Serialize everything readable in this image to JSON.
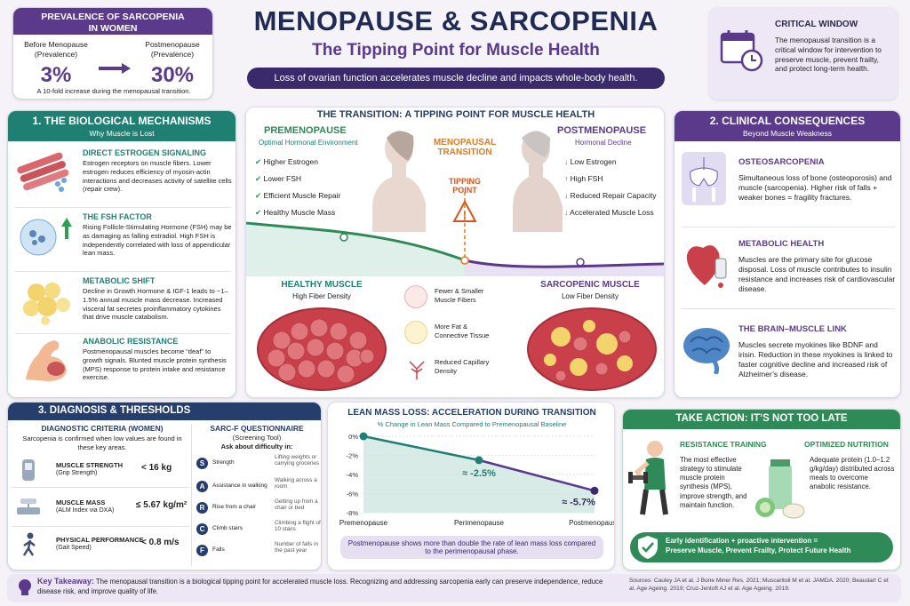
{
  "title": "MENOPAUSE & SARCOPENIA",
  "subtitle": "The Tipping Point for Muscle Health",
  "banner": "Loss of ovarian function accelerates muscle decline and impacts whole-body health.",
  "prevalence": {
    "title": "PREVALENCE OF SARCOPENIA IN WOMEN",
    "before_label": "Before Menopause\n(Prevalence)",
    "before_value": "3%",
    "after_label": "Postmenopause\n(Prevalence)",
    "after_value": "30%",
    "note": "A 10-fold increase during the menopausal transition."
  },
  "critical": {
    "title": "CRITICAL WINDOW",
    "text": "The menopausal transition is a critical window for intervention to preserve muscle, prevent frailty, and protect long-term health."
  },
  "mechanisms": {
    "title": "1. THE BIOLOGICAL MECHANISMS",
    "subtitle": "Why Muscle is Lost",
    "items": [
      {
        "title": "DIRECT ESTROGEN SIGNALING",
        "text": "Estrogen receptors on muscle fibers. Lower estrogen reduces efficiency of myosin-actin interactions and decreases activity of satellite cells (repair crew)."
      },
      {
        "title": "THE FSH FACTOR",
        "text": "Rising Follicle-Stimulating Hormone (FSH) may be as damaging as falling estradiol. High FSH is independently correlated with loss of appendicular lean mass."
      },
      {
        "title": "METABOLIC SHIFT",
        "text": "Decline in Growth Hormone & IGF-1 leads to ~1–1.5% annual muscle mass decrease. Increased visceral fat secretes proinflammatory cytokines that drive muscle catabolism."
      },
      {
        "title": "ANABOLIC RESISTANCE",
        "text": "Postmenopausal muscles become “deaf” to growth signals. Blunted muscle protein synthesis (MPS) response to protein intake and resistance exercise."
      }
    ]
  },
  "transition": {
    "title": "THE TRANSITION: A TIPPING POINT FOR MUSCLE HEALTH",
    "pre_title": "PREMENOPAUSE",
    "pre_sub": "Optimal Hormonal Environment",
    "pre_items": [
      "Higher Estrogen",
      "Lower FSH",
      "Efficient Muscle Repair",
      "Healthy Muscle Mass"
    ],
    "mid_title": "MENOPAUSAL\nTRANSITION",
    "tip": "TIPPING\nPOINT",
    "post_title": "POSTMENOPAUSE",
    "post_sub": "Hormonal Decline",
    "post_items": [
      "Low Estrogen",
      "High FSH",
      "Reduced Repair Capacity",
      "Accelerated Muscle Loss"
    ],
    "healthy_title": "HEALTHY MUSCLE",
    "healthy_sub": "High Fiber Density",
    "sarc_title": "SARCOPENIC MUSCLE",
    "sarc_sub": "Low Fiber Density",
    "changes": [
      "Fewer & Smaller\nMuscle Fibers",
      "More Fat &\nConnective Tissue",
      "Reduced Capillary\nDensity"
    ]
  },
  "clinical": {
    "title": "2. CLINICAL CONSEQUENCES",
    "subtitle": "Beyond Muscle Weakness",
    "items": [
      {
        "title": "OSTEOSARCOPENIA",
        "text": "Simultaneous loss of bone (osteoporosis) and muscle (sarcopenia). Higher risk of falls + weaker bones = fragility fractures."
      },
      {
        "title": "METABOLIC HEALTH",
        "text": "Muscles are the primary site for glucose disposal. Loss of muscle contributes to insulin resistance and increases risk of cardiovascular disease."
      },
      {
        "title": "THE BRAIN–MUSCLE LINK",
        "text": "Muscles secrete myokines like BDNF and irisin. Reduction in these myokines is linked to faster cognitive decline and increased risk of Alzheimer’s disease."
      }
    ]
  },
  "diagnosis": {
    "title": "3. DIAGNOSIS & THRESHOLDS",
    "crit_title": "DIAGNOSTIC CRITERIA (WOMEN)",
    "crit_sub": "Sarcopenia is confirmed when low values are found in these key areas.",
    "rows": [
      {
        "label": "MUSCLE STRENGTH",
        "sub": "(Grip Strength)",
        "value": "< 16 kg"
      },
      {
        "label": "MUSCLE MASS",
        "sub": "(ALM Index via DXA)",
        "value": "≤ 5.67 kg/m²"
      },
      {
        "label": "PHYSICAL PERFORMANCE",
        "sub": "(Gait Speed)",
        "value": "< 0.8 m/s"
      }
    ],
    "sarcf_title": "SARC-F QUESTIONNAIRE",
    "sarcf_sub": "(Screening Tool)",
    "sarcf_ask": "Ask about difficulty in:",
    "sarcf": [
      {
        "l": "S",
        "name": "Strength",
        "desc": "Lifting weights or carrying groceries"
      },
      {
        "l": "A",
        "name": "Assistance in walking",
        "desc": "Walking across a room"
      },
      {
        "l": "R",
        "name": "Rise from a chair",
        "desc": "Getting up from a chair or bed"
      },
      {
        "l": "C",
        "name": "Climb stairs",
        "desc": "Climbing a flight of 10 stairs"
      },
      {
        "l": "F",
        "name": "Falls",
        "desc": "Number of falls in the past year"
      }
    ]
  },
  "chart_data": {
    "type": "line",
    "title": "LEAN MASS LOSS: ACCELERATION DURING TRANSITION",
    "subtitle": "% Change in Lean Mass Compared to Premenopausal Baseline",
    "categories": [
      "Premenopause",
      "Perimenopause",
      "Postmenopause"
    ],
    "values": [
      0,
      -2.5,
      -5.7
    ],
    "data_labels": [
      "",
      "≈ -2.5%",
      "≈ -5.7%"
    ],
    "yticks": [
      "0%",
      "-2%",
      "-4%",
      "-6%",
      "-8%"
    ],
    "ylim": [
      -8,
      0
    ],
    "note": "Postmenopause shows more than double the rate of lean mass loss compared to the perimenopausal phase."
  },
  "action": {
    "title": "TAKE ACTION: IT’S NOT TOO LATE",
    "rt_title": "RESISTANCE TRAINING",
    "rt_text": "The most effective strategy to stimulate muscle protein synthesis (MPS), improve strength, and maintain function.",
    "nut_title": "OPTIMIZED NUTRITION",
    "nut_text": "Adequate protein (1.0–1.2 g/kg/day) distributed across meals to overcome anabolic resistance.",
    "cta": "Early identification + proactive intervention =\nPreserve Muscle, Prevent Frailty, Protect Future Health"
  },
  "footer": {
    "label": "Key Takeaway:",
    "text": "The menopausal transition is a biological tipping point for accelerated muscle loss. Recognizing and addressing sarcopenia early can preserve independence, reduce disease risk, and improve quality of life.",
    "sources": "Sources: Cauley JA et al. J Bone Miner Res. 2021; Muscaritoli M et al. JAMDA. 2020; Beaudart C et al. Age Ageing. 2019; Cruz-Jentoft AJ et al. Age Ageing. 2019."
  },
  "colors": {
    "teal": "#1f7f73",
    "purple": "#5b3a8c",
    "navy": "#253e6b",
    "green": "#2e8b57"
  }
}
